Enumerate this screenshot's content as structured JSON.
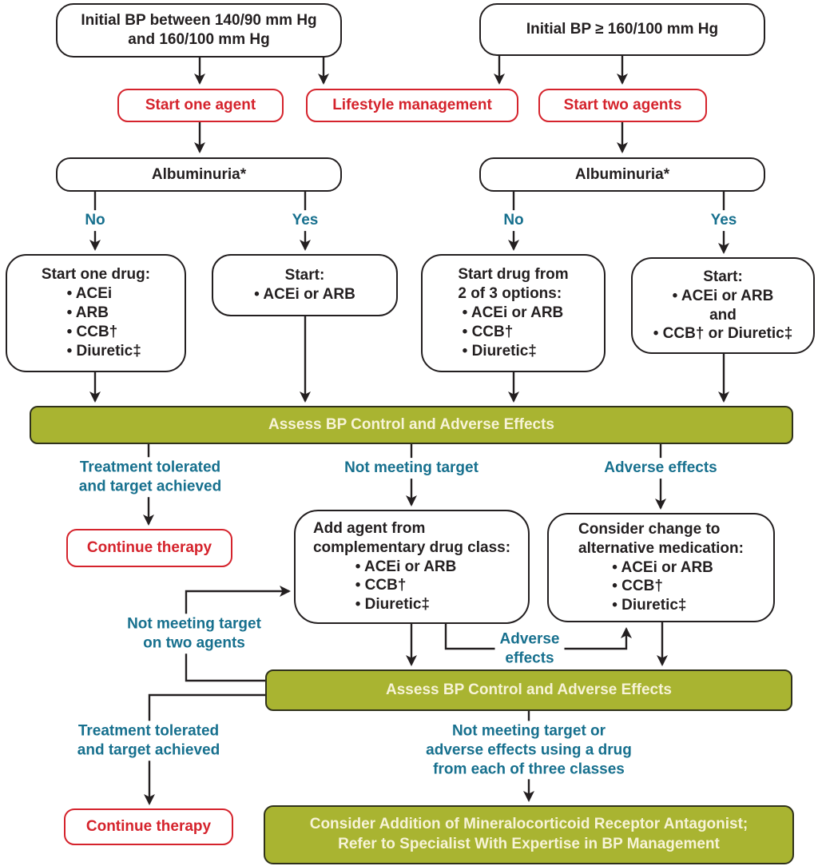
{
  "colors": {
    "line_black": "#231f20",
    "action_red": "#d5232c",
    "branch_teal": "#17708e",
    "assess_olive_fill": "#a9b431",
    "assess_olive_border": "#30321b",
    "assess_text_cream": "#f7f3d7",
    "background": "#ffffff"
  },
  "boxes": {
    "initial_low": "Initial BP between 140/90 mm Hg\nand 160/100 mm Hg",
    "initial_high": "Initial BP ≥ 160/100 mm Hg",
    "start_one_agent": "Start one agent",
    "lifestyle": "Lifestyle management",
    "start_two_agents": "Start two agents",
    "albuminuria_left": "Albuminuria*",
    "albuminuria_right": "Albuminuria*",
    "start_one_drug": "Start one drug:\n      • ACEi\n      • ARB\n      • CCB†\n      • Diuretic‡",
    "start_acei_arb": "Start:\n• ACEi or ARB",
    "start_2of3": "Start drug from\n2 of 3 options:\n • ACEi or ARB\n • CCB†\n • Diuretic‡",
    "start_two_combo": "Start:\n• ACEi or ARB\nand\n• CCB† or Diuretic‡",
    "assess_1": "Assess BP Control and Adverse Effects",
    "continue_1": "Continue therapy",
    "add_agent": "Add agent from\ncomplementary drug class:\n          • ACEi or ARB\n          • CCB†\n          • Diuretic‡",
    "consider_change": "Consider change to\nalternative medication:\n        • ACEi or ARB\n        • CCB†\n        • Diuretic‡",
    "assess_2": "Assess BP Control and Adverse Effects",
    "continue_2": "Continue therapy",
    "final": "Consider Addition of Mineralocorticoid Receptor Antagonist;\nRefer to Specialist With Expertise in BP Management"
  },
  "labels": {
    "no_left": "No",
    "yes_left": "Yes",
    "no_right": "No",
    "yes_right": "Yes",
    "tolerated_1": "Treatment tolerated\nand target achieved",
    "not_meeting_target": "Not meeting target",
    "adverse_effects": "Adverse effects",
    "not_meeting_two": "Not meeting target\non two agents",
    "adverse_effects_2": "Adverse\neffects",
    "tolerated_2": "Treatment tolerated\nand target achieved",
    "not_meeting_three": "Not meeting target or\nadverse effects using a drug\nfrom each of three classes"
  }
}
